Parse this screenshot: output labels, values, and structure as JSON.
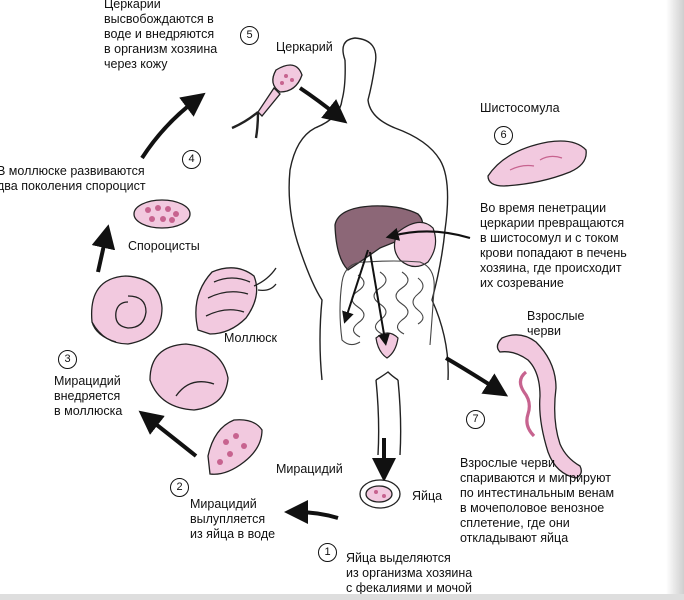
{
  "colors": {
    "pink": "#f2c9df",
    "pink_dark": "#c7638f",
    "liver": "#8c6777",
    "outline": "#222222",
    "background": "#ffffff"
  },
  "stages": [
    {
      "number": "1",
      "text": [
        "Яйца выделяются",
        "из организма хозяина",
        "с фекалиями и мочой"
      ]
    },
    {
      "number": "2",
      "text": [
        "Мирацидий",
        "вылупляется",
        "из яйца в воде"
      ]
    },
    {
      "number": "3",
      "text": [
        "Мирацидий",
        "внедряется",
        "в моллюска"
      ]
    },
    {
      "number": "4",
      "text": [
        "В моллюске развиваются",
        "два поколения спороцист"
      ]
    },
    {
      "number": "5",
      "text": [
        "Церкарии",
        "высвобождаются в",
        "воде и внедряются",
        "в организм хозяина",
        "через кожу"
      ]
    },
    {
      "number": "6",
      "text": [
        "Во время пенетрации",
        "церкарии превращаются",
        "в шистосомул и с током",
        "крови попадают в печень",
        "хозяина, где происходит",
        "их созревание"
      ]
    },
    {
      "number": "7",
      "text": [
        "Взрослые черви",
        "спариваются и мигрируют",
        "по интестинальным венам",
        "в мочеполовое венозное",
        "сплетение, где они",
        "откладывают яйца"
      ]
    }
  ],
  "labels": {
    "cercaria": "Церкарий",
    "schistosomula": "Шистосомула",
    "sporocysts": "Спороцисты",
    "mollusk": "Моллюск",
    "miracidium": "Мирацидий",
    "eggs": "Яйца",
    "adult_worms": [
      "Взрослые",
      "черви"
    ]
  }
}
